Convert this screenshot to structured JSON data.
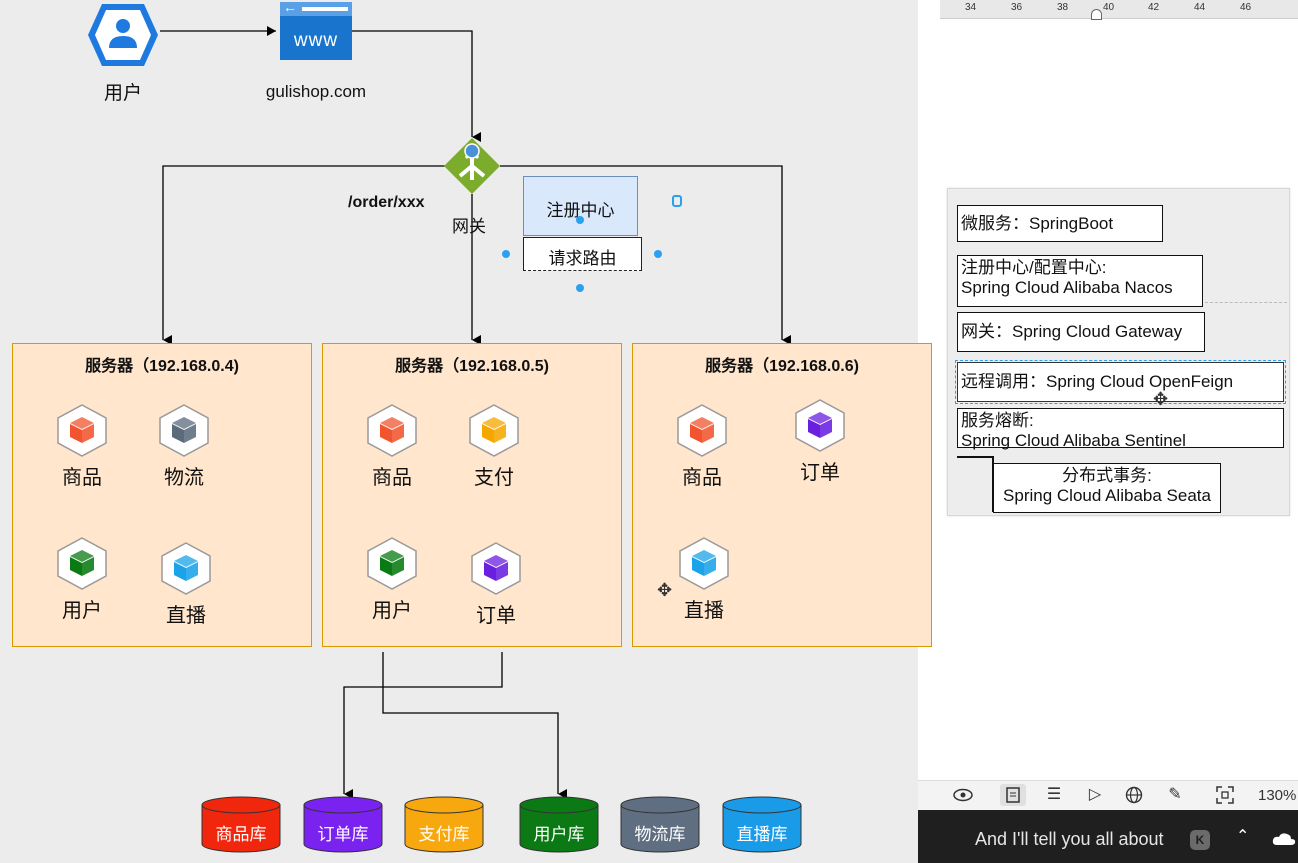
{
  "diagram": {
    "user_label": "用户",
    "site_label": "gulishop.com",
    "www_label": "www",
    "gateway_label": "网关",
    "route_label": "/order/xxx",
    "registry_label": "注册中心",
    "request_route_label": "请求路由",
    "servers": [
      {
        "title": "服务器（192.168.0.4)",
        "services": [
          {
            "name": "商品",
            "color": "#f2542d"
          },
          {
            "name": "物流",
            "color": "#5b6b7c"
          },
          {
            "name": "用户",
            "color": "#0a7a12"
          },
          {
            "name": "直播",
            "color": "#1aa3e8"
          }
        ]
      },
      {
        "title": "服务器（192.168.0.5)",
        "services": [
          {
            "name": "商品",
            "color": "#f2542d"
          },
          {
            "name": "支付",
            "color": "#f5a700"
          },
          {
            "name": "用户",
            "color": "#0a7a12"
          },
          {
            "name": "订单",
            "color": "#6a1fe0"
          }
        ]
      },
      {
        "title": "服务器（192.168.0.6)",
        "services": [
          {
            "name": "商品",
            "color": "#f2542d"
          },
          {
            "name": "订单",
            "color": "#6a1fe0"
          },
          {
            "name": "直播",
            "color": "#1aa3e8"
          }
        ]
      }
    ],
    "databases": [
      {
        "name": "商品库",
        "color": "#f0260d"
      },
      {
        "name": "订单库",
        "color": "#7a22f0"
      },
      {
        "name": "支付库",
        "color": "#f7a80e"
      },
      {
        "name": "用户库",
        "color": "#0b7a14"
      },
      {
        "name": "物流库",
        "color": "#5f6e80"
      },
      {
        "name": "直播库",
        "color": "#1a9be8"
      }
    ]
  },
  "notes": {
    "microservice": "微服务：SpringBoot",
    "registry_line1": "注册中心/配置中心:",
    "registry_line2": "Spring Cloud Alibaba Nacos",
    "gateway": "网关：Spring Cloud Gateway",
    "rpc": "远程调用：Spring Cloud OpenFeign",
    "breaker_line1": "服务熔断:",
    "breaker_line2": "Spring Cloud Alibaba Sentinel",
    "tx_line1": "分布式事务:",
    "tx_line2": "Spring Cloud Alibaba Seata"
  },
  "ruler": [
    "34",
    "36",
    "38",
    "40",
    "42",
    "44",
    "46"
  ],
  "toolbar": {
    "zoom": "130%"
  },
  "taskbar": {
    "caption": "And I'll tell you all about",
    "key_badge": "K"
  }
}
